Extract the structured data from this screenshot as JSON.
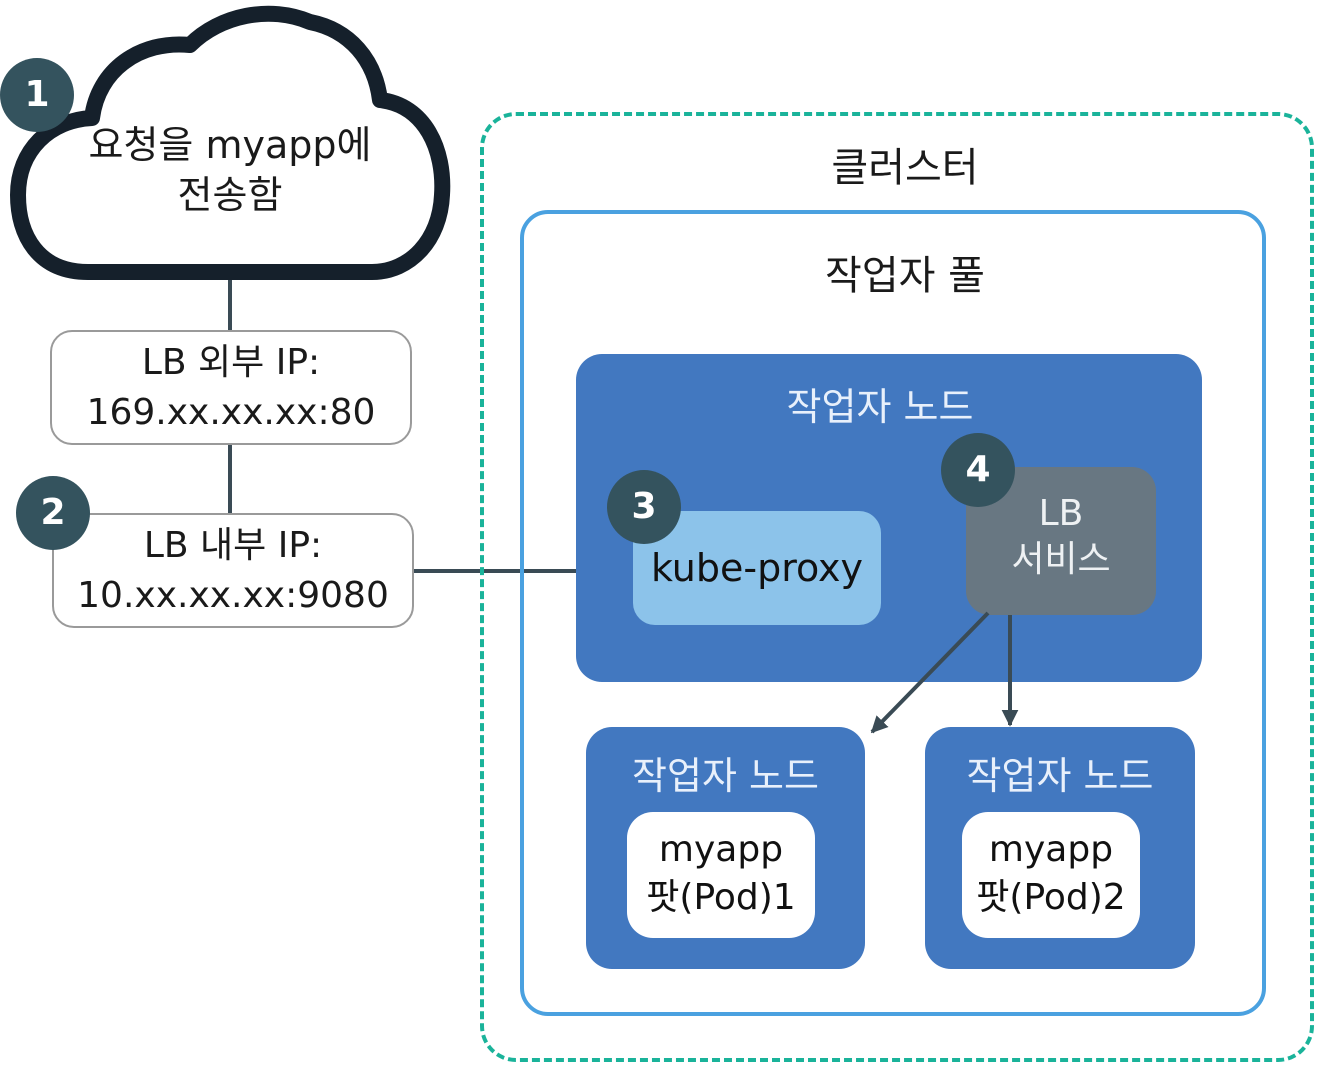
{
  "request": {
    "line1": "요청을 myapp에",
    "line2": "전송함"
  },
  "external_ip": {
    "line1": "LB 외부 IP:",
    "line2": "169.xx.xx.xx:80"
  },
  "internal_ip": {
    "line1": "LB 내부 IP:",
    "line2": "10.xx.xx.xx:9080"
  },
  "steps": [
    "1",
    "2",
    "3",
    "4"
  ],
  "cluster": {
    "label": "클러스터"
  },
  "worker_pool": {
    "label": "작업자 풀"
  },
  "main_node": {
    "label": "작업자 노드",
    "kube_proxy": "kube-proxy",
    "lb_service": {
      "line1": "LB",
      "line2": "서비스"
    }
  },
  "pod_nodes": [
    {
      "label": "작업자 노드",
      "pod_line1": "myapp",
      "pod_line2": "팟(Pod)1"
    },
    {
      "label": "작업자 노드",
      "pod_line1": "myapp",
      "pod_line2": "팟(Pod)2"
    }
  ],
  "colors": {
    "cluster_border": "#1ab39a",
    "pool_border": "#4aa1e0",
    "node": "#4278c0",
    "kube_proxy": "#8cc3ea",
    "lb_service": "#687782",
    "badge": "#34535e",
    "arrow": "#3a4b55"
  }
}
